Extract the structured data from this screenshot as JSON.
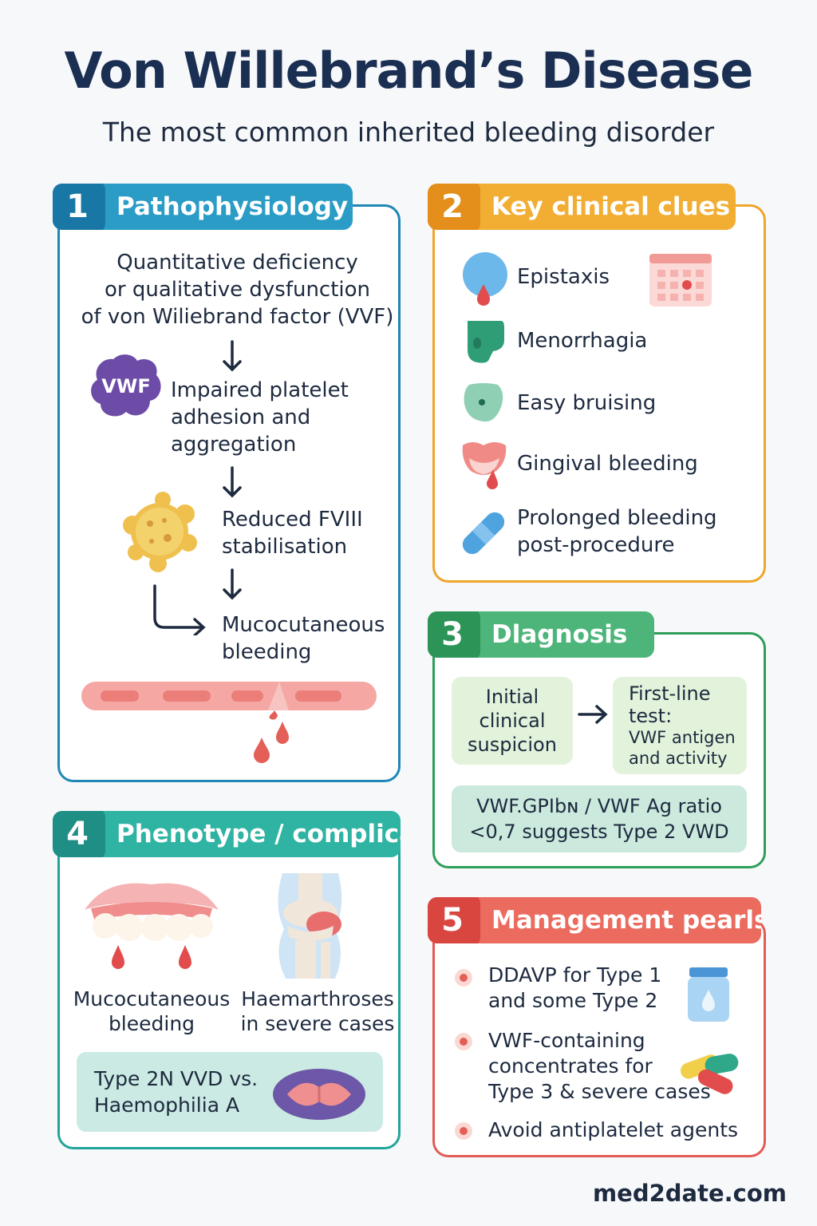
{
  "header": {
    "title": "Von Willebrand’s Disease",
    "subtitle": "The most common inherited bleeding disorder"
  },
  "colors": {
    "blue": "#1f87b5",
    "orange": "#eea62b",
    "green": "#2f9e58",
    "teal": "#23a49a",
    "red": "#e45a55",
    "navy": "#1a2f52"
  },
  "panels": {
    "pathophysiology": {
      "number": "1",
      "title": "Pathophysiology",
      "intro_lines": [
        "Quantitative deficiency",
        "or qualitative dysfunction",
        "of von Wiliebrand factor (VVF)"
      ],
      "vwf_badge": "VWF",
      "step1_lines": [
        "Impaired platelet",
        "adhesion and",
        "aggregation"
      ],
      "step2_lines": [
        "Reduced FVIII",
        "stabilisation"
      ],
      "step3_lines": [
        "Mucocutaneous",
        "bleeding"
      ]
    },
    "clinical_clues": {
      "number": "2",
      "title": "Key clinical clues",
      "items": [
        {
          "label": "Epistaxis",
          "icon": "nose-drop-icon"
        },
        {
          "label": "Menorrhagia",
          "icon": "uterus-icon"
        },
        {
          "label": "Easy bruising",
          "icon": "bruise-icon"
        },
        {
          "label": "Gingival bleeding",
          "icon": "gum-drop-icon"
        },
        {
          "label_lines": [
            "Prolonged bleeding",
            "post-procedure"
          ],
          "icon": "bandage-icon"
        }
      ]
    },
    "diagnosis": {
      "number": "3",
      "title": "Dlagnosis",
      "initial_lines": [
        "Initial",
        "clinical",
        "suspicion"
      ],
      "first_line_lines": [
        "First-line",
        "test:"
      ],
      "first_line_detail_lines": [
        "VWF antigen",
        "and activity"
      ],
      "ratio_lines": [
        "VWF.GPIbɴ  / VWF Ag ratio",
        "<0,7 suggests Type 2 VWD"
      ]
    },
    "phenotype": {
      "number": "4",
      "title": "Phenotype / complica-",
      "left_caption_lines": [
        "Mucocutaneous",
        "bleeding"
      ],
      "right_caption_lines": [
        "Haemarthroses",
        "in severe cases"
      ],
      "box_lines": [
        "Type 2N VVD vs.",
        "Haemophilia A"
      ]
    },
    "management": {
      "number": "5",
      "title": "Management pearls",
      "items": [
        {
          "lines": [
            "DDAVP for Type 1",
            "and some Type 2"
          ]
        },
        {
          "lines": [
            "VWF-containing",
            "concentrates for",
            "Type 3 & severe cases"
          ]
        },
        {
          "lines": [
            "Avoid antiplatelet agents"
          ]
        }
      ]
    }
  },
  "footer": {
    "brand": "med2date.com"
  }
}
